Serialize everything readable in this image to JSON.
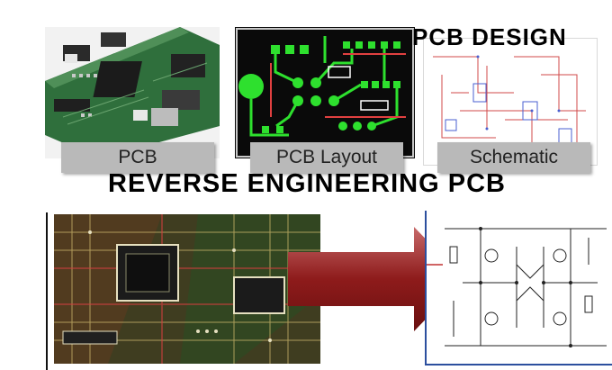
{
  "header": {
    "title": "PCB DESIGN"
  },
  "tabs": [
    {
      "label": "PCB"
    },
    {
      "label": "PCB Layout"
    },
    {
      "label": "Schematic"
    }
  ],
  "banner": {
    "title": "REVERSE ENGINEERING PCB"
  },
  "colors": {
    "board_green": "#2d6a3a",
    "layout_black": "#0a0a0a",
    "trace_green": "#2ee02e",
    "schematic_red": "#d04a4a",
    "arrow_red": "#8e1b1b",
    "tab_gray": "#b9b9b9"
  }
}
